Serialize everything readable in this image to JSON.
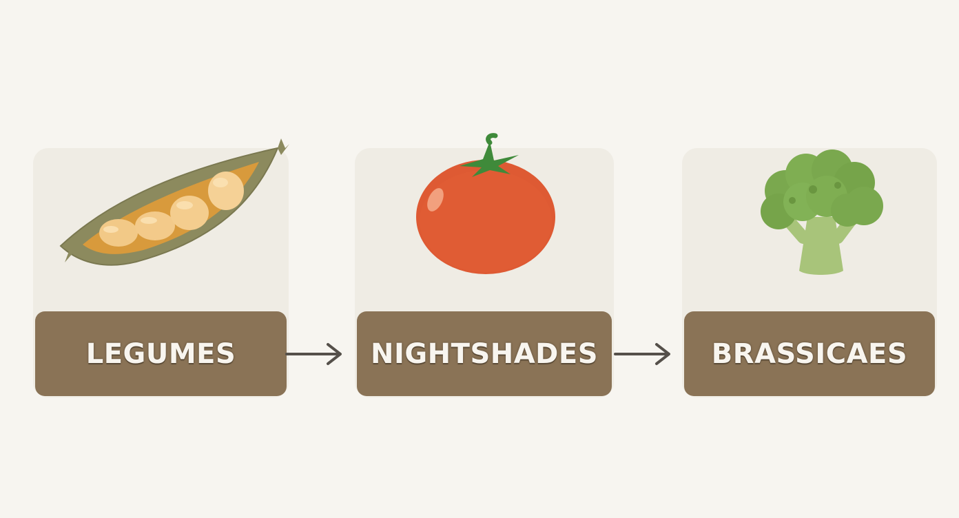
{
  "steps": [
    {
      "label": "LEGUMES",
      "icon": "pea-pod-icon"
    },
    {
      "label": "NIGHTSHADES",
      "icon": "tomato-icon"
    },
    {
      "label": "BRASSICAES",
      "icon": "broccoli-icon"
    }
  ],
  "colors": {
    "background": "#f7f5f0",
    "card": "#efece4",
    "label_box": "#8a7356",
    "label_text": "#f8f5ef",
    "arrow": "#55504a"
  }
}
